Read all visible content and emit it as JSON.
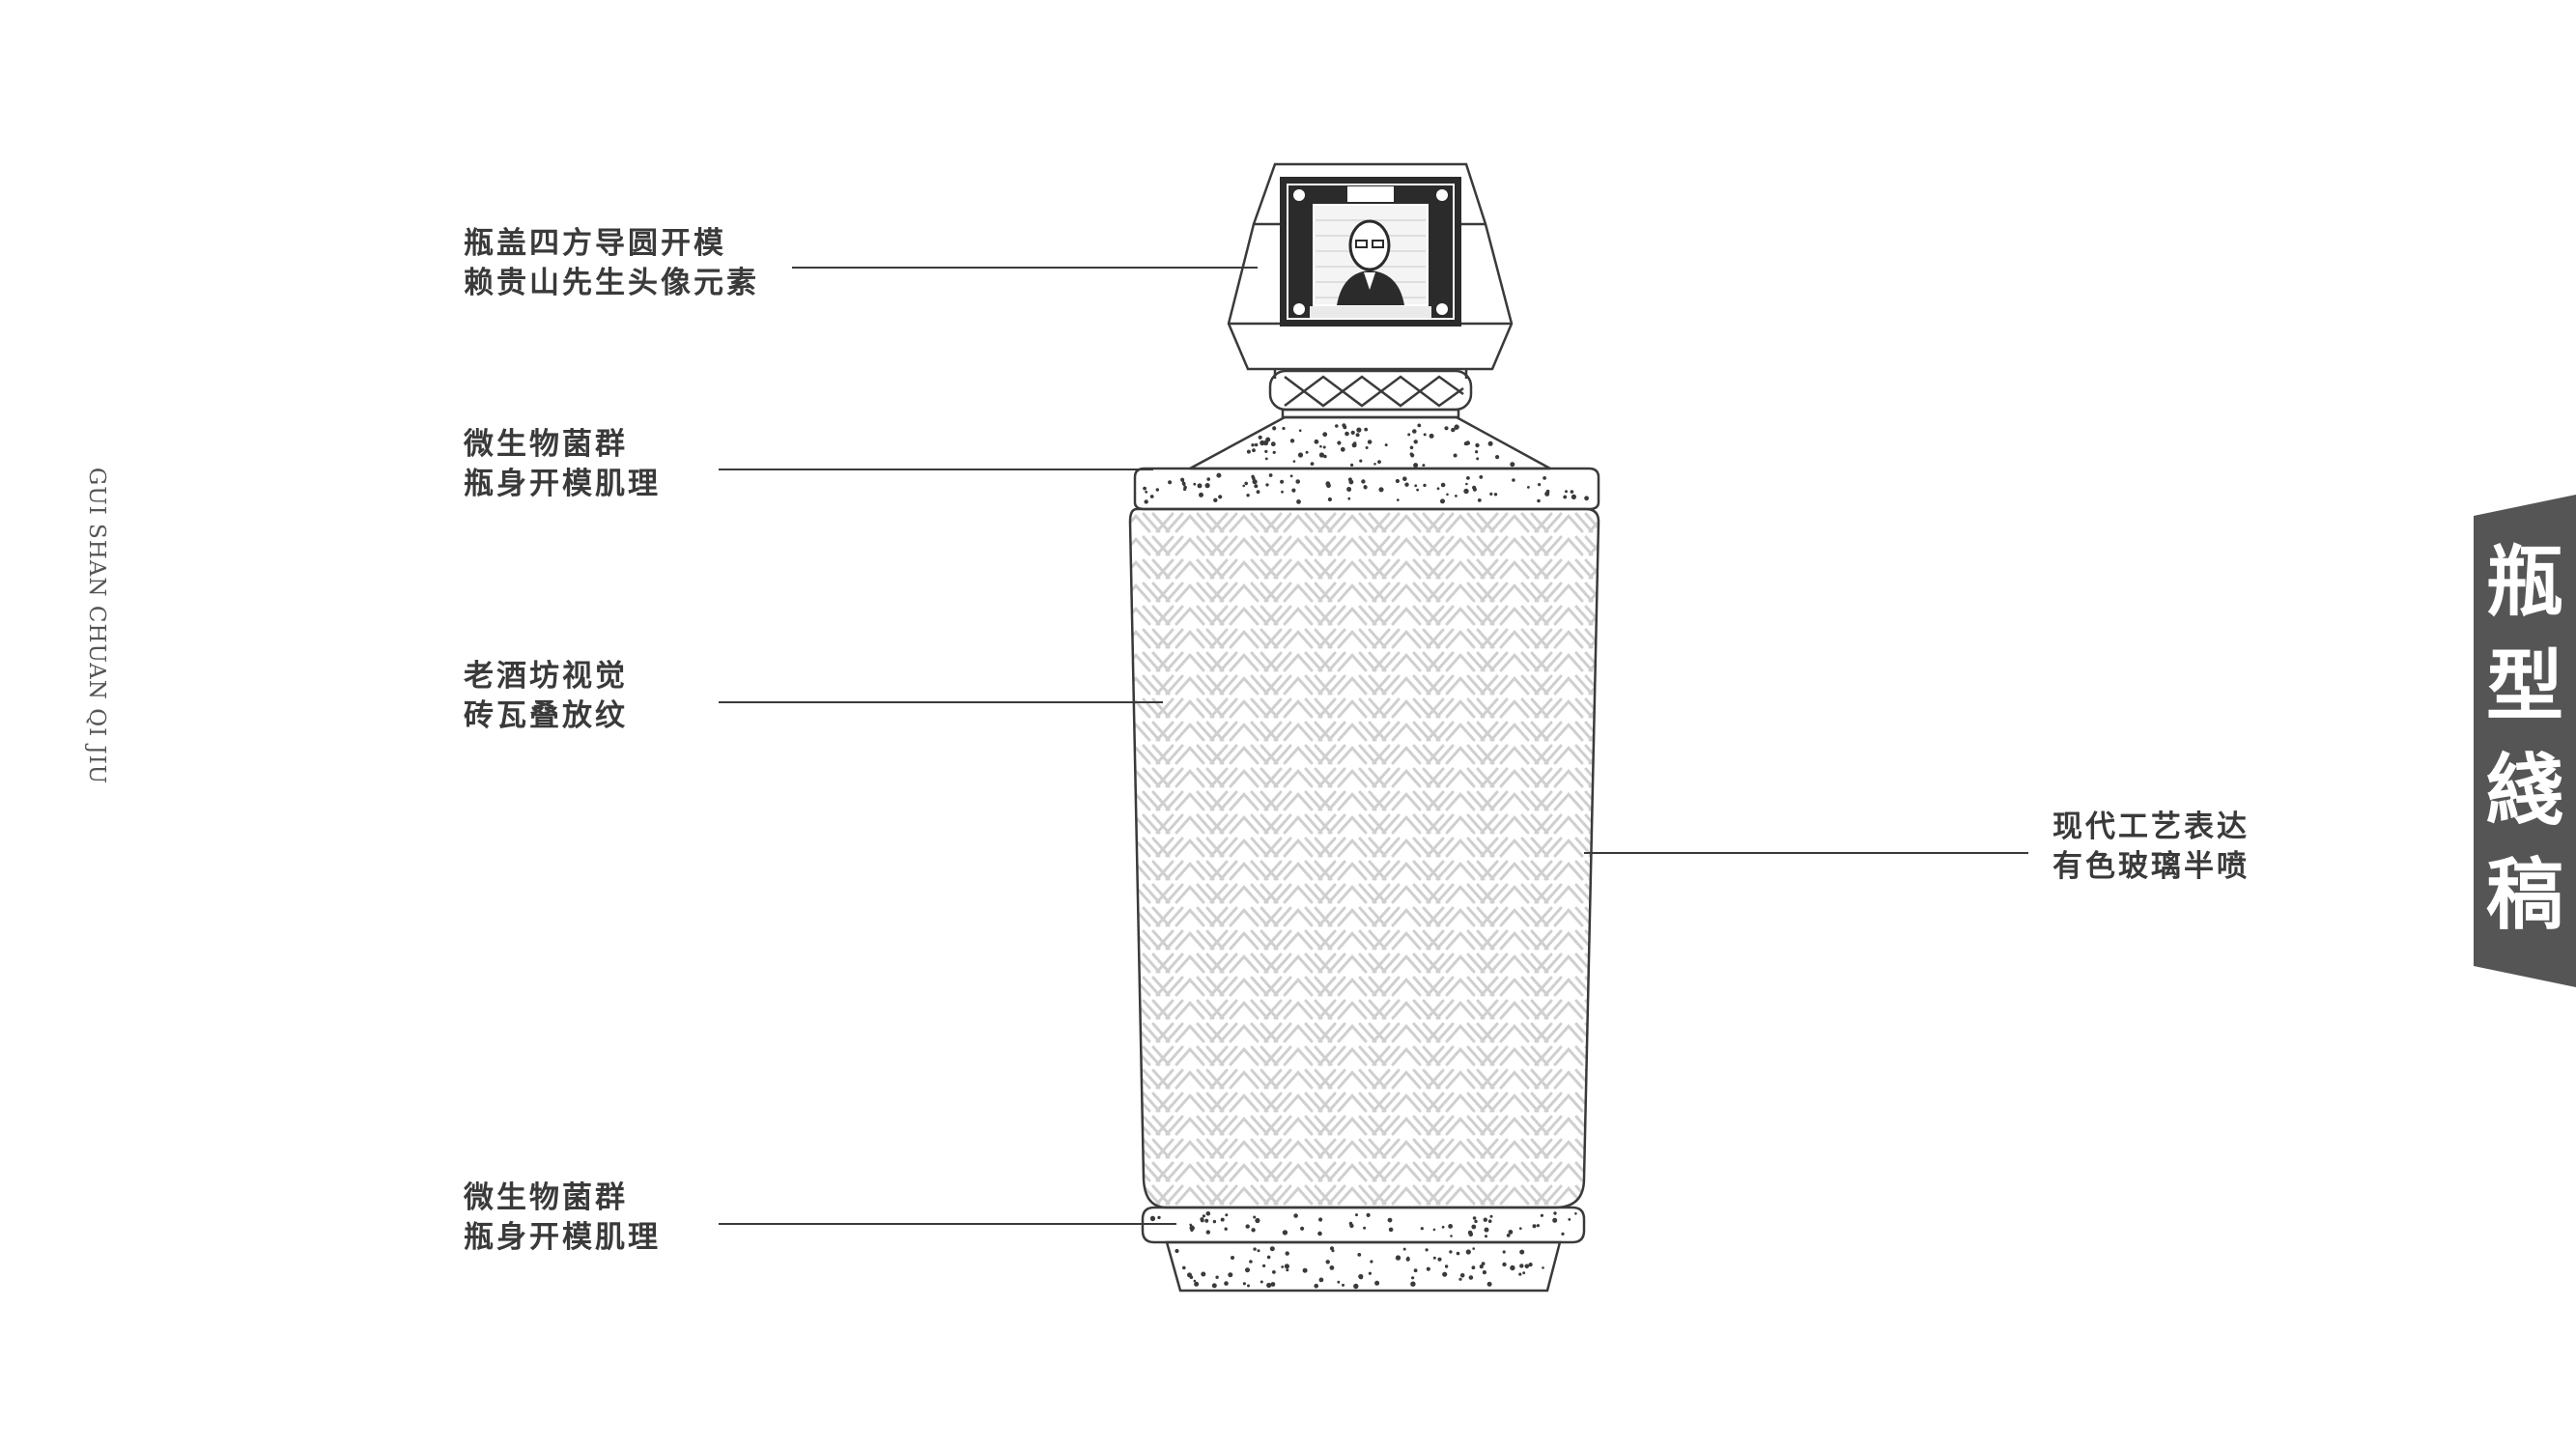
{
  "side_text": "GUI SHAN CHUAN QI JIU",
  "title_chars": [
    "瓶",
    "型",
    "綫",
    "稿"
  ],
  "annotations": {
    "cap": [
      "瓶盖四方导圆开模",
      "赖贵山先生头像元素"
    ],
    "shoulder": [
      "微生物菌群",
      "瓶身开模肌理"
    ],
    "body_left": [
      "老酒坊视觉",
      "砖瓦叠放纹"
    ],
    "body_right": [
      "现代工艺表达",
      "有色玻璃半喷"
    ],
    "base": [
      "微生物菌群",
      "瓶身开模肌理"
    ]
  },
  "colors": {
    "line": "#3a3a3a",
    "text": "#3a3a3a",
    "title_tab": "#555555",
    "stamp": "#2b2b2b",
    "pattern": "#cfcfcf"
  }
}
